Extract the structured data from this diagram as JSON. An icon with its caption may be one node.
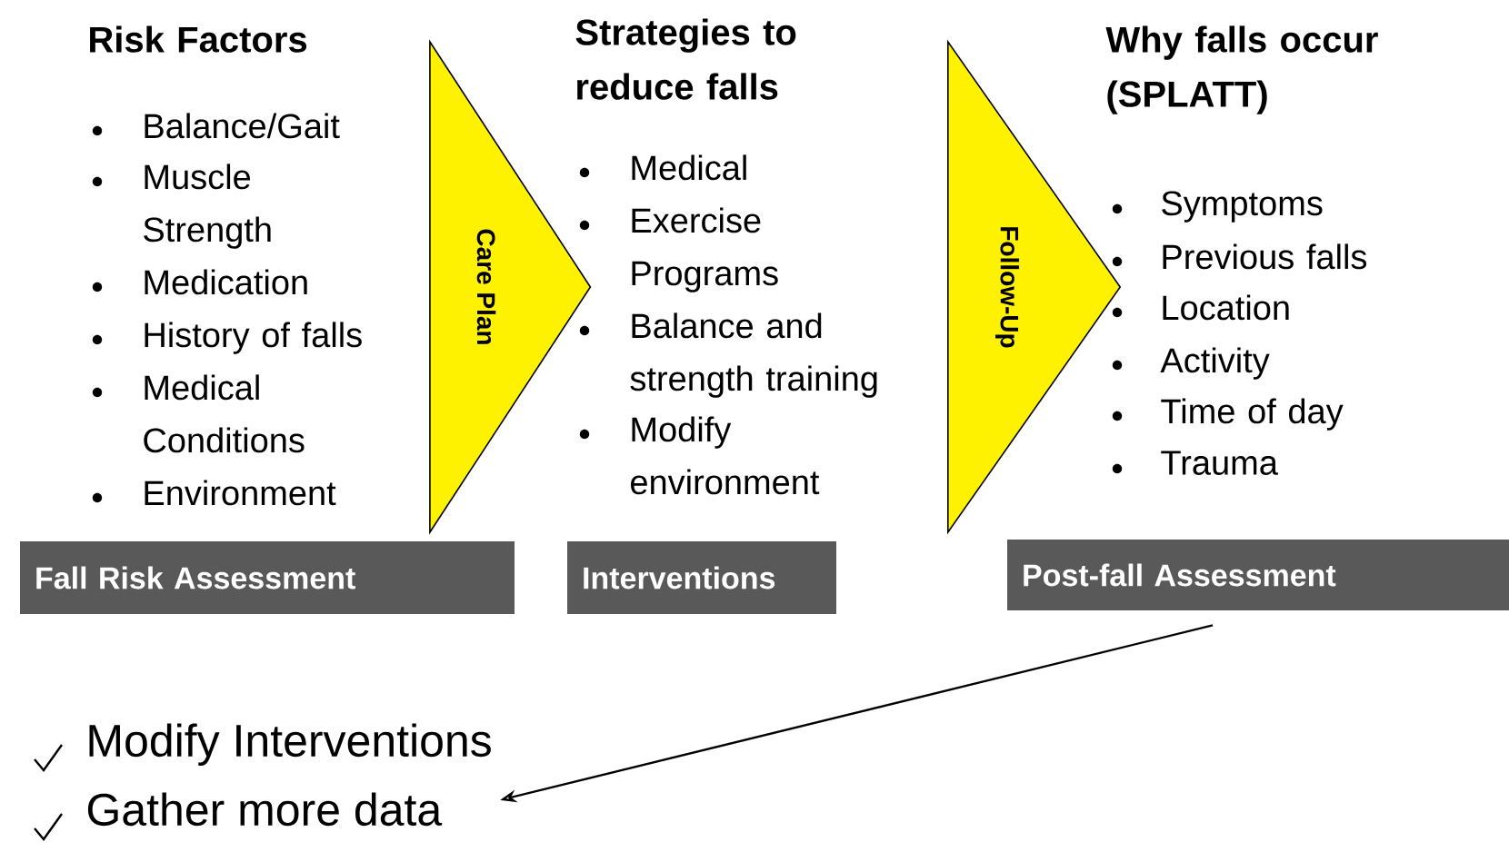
{
  "diagram": {
    "nodes": [
      {
        "text": [
          "Fall Risk Assessment"
        ]
      },
      {
        "text": [
          "Care Plan"
        ]
      },
      {
        "text": [
          "Interventions"
        ]
      },
      {
        "text": [
          "Follow-Up"
        ]
      },
      {
        "text": [
          "Post-fall Assessment"
        ]
      },
      {
        "text": [
          "Modify Interventions",
          "Gather more data"
        ]
      }
    ],
    "edges": [
      {
        "from": 4,
        "to": 5,
        "arrow": "to"
      }
    ],
    "labels": [
      "Risk Factors",
      "Balance/Gait",
      "Muscle Strength",
      "Medication",
      "History of falls",
      "Medical Conditions",
      "Environment",
      "Strategies to reduce falls",
      "Medical",
      "Exercise Programs",
      "Balance and strength training",
      "Modify environment",
      "Why falls occur (SPLATT)",
      "Symptoms",
      "Previous falls",
      "Location",
      "Activity",
      "Time of day",
      "Trauma"
    ]
  }
}
